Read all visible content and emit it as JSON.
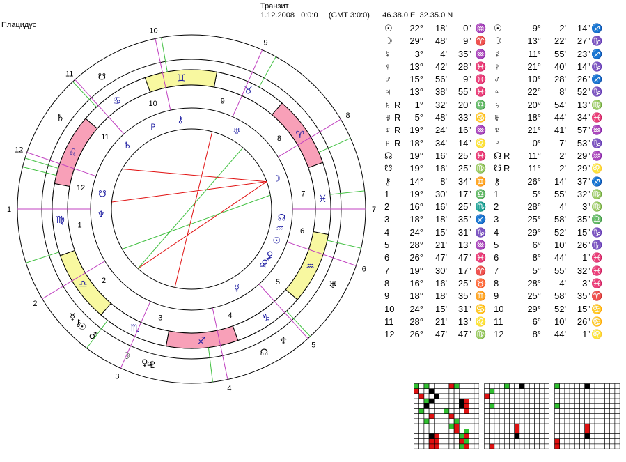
{
  "header": {
    "title": "Транзит",
    "date": "1.12.2008",
    "time": "0:0:0",
    "gmt": "(GMT 3:0:0)",
    "coords": "46.38.0 E  32.35.0 N"
  },
  "house_system": "Плацидус",
  "chart": {
    "outer_ring_houses": [
      {
        "num": "1"
      },
      {
        "num": "2"
      },
      {
        "num": "3"
      },
      {
        "num": "4"
      },
      {
        "num": "5"
      },
      {
        "num": "6"
      },
      {
        "num": "7"
      },
      {
        "num": "8"
      },
      {
        "num": "9"
      },
      {
        "num": "10"
      },
      {
        "num": "11"
      },
      {
        "num": "12"
      }
    ],
    "inner_house_numbers": [
      "1",
      "2",
      "3",
      "4",
      "5",
      "6",
      "7",
      "8",
      "9",
      "10",
      "11",
      "12"
    ],
    "signs": [
      "aries",
      "taurus",
      "gemini",
      "cancer",
      "leo",
      "virgo",
      "libra",
      "scorpio",
      "sagittarius",
      "capricorn",
      "aquarius",
      "pisces"
    ],
    "colors": {
      "fire": "#f8a0b8",
      "earth": "#a8e8a0",
      "air": "#f8f8a0",
      "water": "#00d8f0",
      "aspect_red": "#e01010",
      "aspect_green": "#40c040"
    }
  },
  "table_left": [
    {
      "sym": "☉",
      "r": "",
      "deg": "22°",
      "min": "18'",
      "sec": "0\"",
      "sign": "♒"
    },
    {
      "sym": "☽",
      "r": "",
      "deg": "29°",
      "min": "48'",
      "sec": "9\"",
      "sign": "♈"
    },
    {
      "sym": "☿",
      "r": "",
      "deg": "3°",
      "min": "4'",
      "sec": "35\"",
      "sign": "♒"
    },
    {
      "sym": "♀",
      "r": "",
      "deg": "13°",
      "min": "42'",
      "sec": "28\"",
      "sign": "♓"
    },
    {
      "sym": "♂",
      "r": "",
      "deg": "15°",
      "min": "56'",
      "sec": "9\"",
      "sign": "♓"
    },
    {
      "sym": "♃",
      "r": "",
      "deg": "13°",
      "min": "38'",
      "sec": "55\"",
      "sign": "♓"
    },
    {
      "sym": "♄",
      "r": "R",
      "deg": "1°",
      "min": "32'",
      "sec": "20\"",
      "sign": "♎"
    },
    {
      "sym": "♅",
      "r": "R",
      "deg": "5°",
      "min": "48'",
      "sec": "33\"",
      "sign": "♋"
    },
    {
      "sym": "♆",
      "r": "R",
      "deg": "19°",
      "min": "24'",
      "sec": "16\"",
      "sign": "♒"
    },
    {
      "sym": "♇",
      "r": "R",
      "deg": "18°",
      "min": "34'",
      "sec": "14\"",
      "sign": "♌"
    },
    {
      "sym": "☊",
      "r": "",
      "deg": "19°",
      "min": "16'",
      "sec": "25\"",
      "sign": "♓"
    },
    {
      "sym": "☋",
      "r": "",
      "deg": "19°",
      "min": "16'",
      "sec": "25\"",
      "sign": "♍"
    },
    {
      "sym": "⚷",
      "r": "",
      "deg": "14°",
      "min": "8'",
      "sec": "34\"",
      "sign": "♊"
    },
    {
      "sym": "1",
      "r": "",
      "deg": "19°",
      "min": "30'",
      "sec": "17\"",
      "sign": "♎"
    },
    {
      "sym": "2",
      "r": "",
      "deg": "16°",
      "min": "16'",
      "sec": "25\"",
      "sign": "♏"
    },
    {
      "sym": "3",
      "r": "",
      "deg": "18°",
      "min": "18'",
      "sec": "35\"",
      "sign": "♐"
    },
    {
      "sym": "4",
      "r": "",
      "deg": "24°",
      "min": "15'",
      "sec": "31\"",
      "sign": "♑"
    },
    {
      "sym": "5",
      "r": "",
      "deg": "28°",
      "min": "21'",
      "sec": "13\"",
      "sign": "♒"
    },
    {
      "sym": "6",
      "r": "",
      "deg": "26°",
      "min": "47'",
      "sec": "47\"",
      "sign": "♓"
    },
    {
      "sym": "7",
      "r": "",
      "deg": "19°",
      "min": "30'",
      "sec": "17\"",
      "sign": "♈"
    },
    {
      "sym": "8",
      "r": "",
      "deg": "16°",
      "min": "16'",
      "sec": "25\"",
      "sign": "♉"
    },
    {
      "sym": "9",
      "r": "",
      "deg": "18°",
      "min": "18'",
      "sec": "35\"",
      "sign": "♊"
    },
    {
      "sym": "10",
      "r": "",
      "deg": "24°",
      "min": "15'",
      "sec": "31\"",
      "sign": "♋"
    },
    {
      "sym": "11",
      "r": "",
      "deg": "28°",
      "min": "21'",
      "sec": "13\"",
      "sign": "♌"
    },
    {
      "sym": "12",
      "r": "",
      "deg": "26°",
      "min": "47'",
      "sec": "47\"",
      "sign": "♍"
    }
  ],
  "table_right": [
    {
      "sym": "☉",
      "r": "",
      "deg": "9°",
      "min": "2'",
      "sec": "14\"",
      "sign": "♐"
    },
    {
      "sym": "☽",
      "r": "",
      "deg": "13°",
      "min": "22'",
      "sec": "27\"",
      "sign": "♑"
    },
    {
      "sym": "☿",
      "r": "",
      "deg": "11°",
      "min": "55'",
      "sec": "23\"",
      "sign": "♐"
    },
    {
      "sym": "♀",
      "r": "",
      "deg": "21°",
      "min": "40'",
      "sec": "14\"",
      "sign": "♑"
    },
    {
      "sym": "♂",
      "r": "",
      "deg": "10°",
      "min": "28'",
      "sec": "26\"",
      "sign": "♐"
    },
    {
      "sym": "♃",
      "r": "",
      "deg": "22°",
      "min": "8'",
      "sec": "52\"",
      "sign": "♑"
    },
    {
      "sym": "♄",
      "r": "",
      "deg": "20°",
      "min": "54'",
      "sec": "13\"",
      "sign": "♍"
    },
    {
      "sym": "♅",
      "r": "",
      "deg": "18°",
      "min": "44'",
      "sec": "34\"",
      "sign": "♓"
    },
    {
      "sym": "♆",
      "r": "",
      "deg": "21°",
      "min": "41'",
      "sec": "57\"",
      "sign": "♒"
    },
    {
      "sym": "♇",
      "r": "",
      "deg": "0°",
      "min": "7'",
      "sec": "53\"",
      "sign": "♑"
    },
    {
      "sym": "☊",
      "r": "R",
      "deg": "11°",
      "min": "2'",
      "sec": "29\"",
      "sign": "♒"
    },
    {
      "sym": "☋",
      "r": "R",
      "deg": "11°",
      "min": "2'",
      "sec": "29\"",
      "sign": "♌"
    },
    {
      "sym": "⚷",
      "r": "",
      "deg": "26°",
      "min": "14'",
      "sec": "37\"",
      "sign": "♐"
    },
    {
      "sym": "1",
      "r": "",
      "deg": "5°",
      "min": "55'",
      "sec": "32\"",
      "sign": "♍"
    },
    {
      "sym": "2",
      "r": "",
      "deg": "28°",
      "min": "4'",
      "sec": "3\"",
      "sign": "♍"
    },
    {
      "sym": "3",
      "r": "",
      "deg": "25°",
      "min": "58'",
      "sec": "35\"",
      "sign": "♎"
    },
    {
      "sym": "4",
      "r": "",
      "deg": "29°",
      "min": "52'",
      "sec": "15\"",
      "sign": "♑"
    },
    {
      "sym": "5",
      "r": "",
      "deg": "6°",
      "min": "10'",
      "sec": "26\"",
      "sign": "♑"
    },
    {
      "sym": "6",
      "r": "",
      "deg": "8°",
      "min": "44'",
      "sec": "1\"",
      "sign": "♓"
    },
    {
      "sym": "7",
      "r": "",
      "deg": "5°",
      "min": "55'",
      "sec": "32\"",
      "sign": "♓"
    },
    {
      "sym": "8",
      "r": "",
      "deg": "28°",
      "min": "4'",
      "sec": "3\"",
      "sign": "♓"
    },
    {
      "sym": "9",
      "r": "",
      "deg": "25°",
      "min": "58'",
      "sec": "35\"",
      "sign": "♈"
    },
    {
      "sym": "10",
      "r": "",
      "deg": "29°",
      "min": "52'",
      "sec": "15\"",
      "sign": "♋"
    },
    {
      "sym": "11",
      "r": "",
      "deg": "6°",
      "min": "10'",
      "sec": "26\"",
      "sign": "♋"
    },
    {
      "sym": "12",
      "r": "",
      "deg": "8°",
      "min": "44'",
      "sec": "1\"",
      "sign": "♌"
    }
  ]
}
